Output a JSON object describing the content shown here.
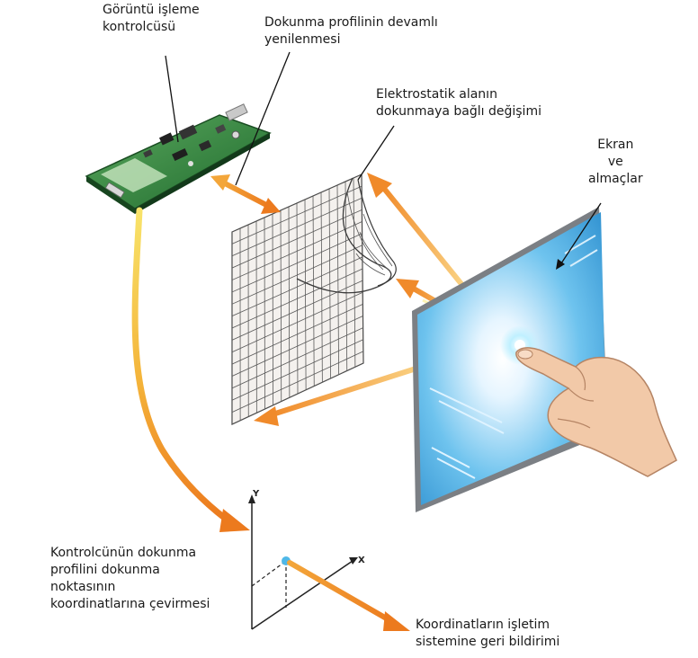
{
  "labels": {
    "controller": [
      "Görüntü işleme",
      "kontrolcüsü"
    ],
    "refresh": [
      "Dokunma profilinin devamlı",
      "yenilenmesi"
    ],
    "electrostatic": [
      "Elektrostatik alanın",
      "dokunmaya bağlı değişimi"
    ],
    "screen": [
      "Ekran",
      "ve",
      "almaçlar"
    ],
    "convert": [
      "Kontrolcünün dokunma",
      "profilini dokunma",
      "noktasının",
      "koordinatlarına çevirmesi"
    ],
    "report": [
      "Koordinatların işletim",
      "sistemine geri bildirimi"
    ]
  },
  "axes": {
    "y": "Y",
    "x": "X"
  },
  "colors": {
    "arrow_orange": "#f08a2a",
    "arrow_yellow": "#f7d33a",
    "board_green": "#2e7d3a",
    "screen_blue": "#3aa3dc",
    "mesh_line": "#555555",
    "skin": "#f2c9a8"
  }
}
